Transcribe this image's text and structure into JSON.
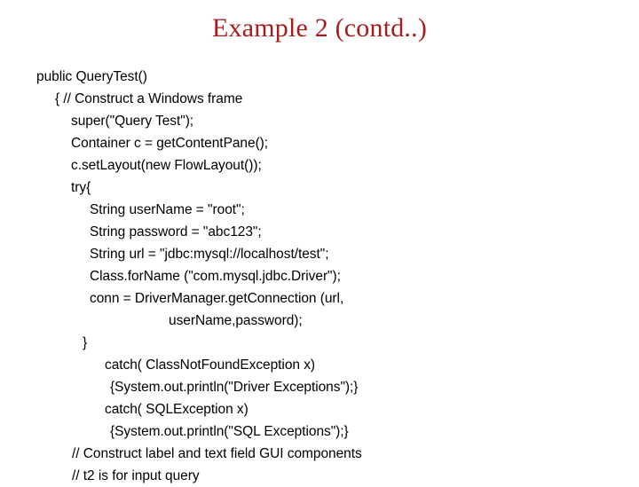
{
  "slide": {
    "title": "Example 2 (contd..)",
    "title_color": "#a81c1c",
    "background_color": "#ffffff",
    "text_color": "#000000"
  },
  "code": {
    "language": "java",
    "lines": [
      {
        "text": "public QueryTest()",
        "indent": 0
      },
      {
        "text": "{ // Construct a Windows frame",
        "indent": 1
      },
      {
        "text": "super(\"Query Test\");",
        "indent": 2
      },
      {
        "text": "Container c = getContentPane();",
        "indent": 2
      },
      {
        "text": "c.setLayout(new FlowLayout());",
        "indent": 2
      },
      {
        "text": "try{",
        "indent": 2
      },
      {
        "text": "String userName = \"root\";",
        "indent": 4
      },
      {
        "text": "String password = \"abc123\";",
        "indent": 4
      },
      {
        "text": "String url = \"jdbc:mysql://localhost/test\";",
        "indent": 4
      },
      {
        "text": "Class.forName (\"com.mysql.jdbc.Driver\");",
        "indent": 4
      },
      {
        "text": "conn = DriverManager.getConnection (url,",
        "indent": 4
      },
      {
        "text": "userName,password);",
        "indent": 7
      },
      {
        "text": "}",
        "indent": 3
      },
      {
        "text": "catch( ClassNotFoundException x)",
        "indent": 5
      },
      {
        "text": "{System.out.println(\"Driver Exceptions\");}",
        "indent": 6
      },
      {
        "text": "catch( SQLException x)",
        "indent": 5
      },
      {
        "text": "{System.out.println(\"SQL Exceptions\");}",
        "indent": 6
      },
      {
        "text": "// Construct label and text field GUI components",
        "indent": 8
      },
      {
        "text": "// t2 is for input query",
        "indent": 8
      }
    ]
  }
}
